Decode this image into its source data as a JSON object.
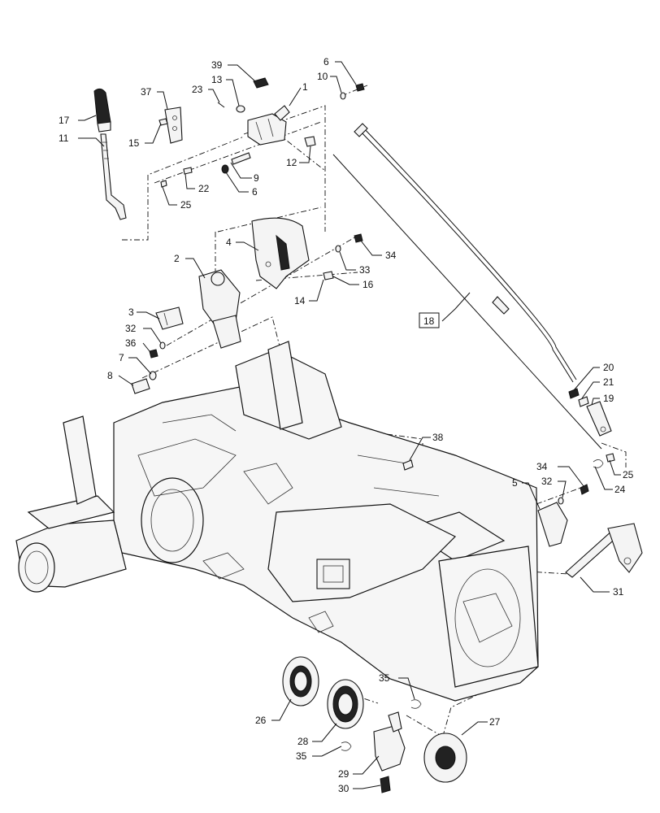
{
  "callouts": [
    {
      "id": "c17",
      "label": "17"
    },
    {
      "id": "c11",
      "label": "11"
    },
    {
      "id": "c37",
      "label": "37"
    },
    {
      "id": "c15",
      "label": "15"
    },
    {
      "id": "c39",
      "label": "39"
    },
    {
      "id": "c13",
      "label": "13"
    },
    {
      "id": "c23",
      "label": "23"
    },
    {
      "id": "c1",
      "label": "1"
    },
    {
      "id": "c6a",
      "label": "6"
    },
    {
      "id": "c10",
      "label": "10"
    },
    {
      "id": "c9",
      "label": "9"
    },
    {
      "id": "c6b",
      "label": "6"
    },
    {
      "id": "c12",
      "label": "12"
    },
    {
      "id": "c22",
      "label": "22"
    },
    {
      "id": "c25a",
      "label": "25"
    },
    {
      "id": "c4",
      "label": "4"
    },
    {
      "id": "c34a",
      "label": "34"
    },
    {
      "id": "c33",
      "label": "33"
    },
    {
      "id": "c16",
      "label": "16"
    },
    {
      "id": "c14",
      "label": "14"
    },
    {
      "id": "c2",
      "label": "2"
    },
    {
      "id": "c3",
      "label": "3"
    },
    {
      "id": "c32a",
      "label": "32"
    },
    {
      "id": "c36",
      "label": "36"
    },
    {
      "id": "c7",
      "label": "7"
    },
    {
      "id": "c8",
      "label": "8"
    },
    {
      "id": "c18",
      "label": "18"
    },
    {
      "id": "c20",
      "label": "20"
    },
    {
      "id": "c21",
      "label": "21"
    },
    {
      "id": "c19",
      "label": "19"
    },
    {
      "id": "c38",
      "label": "38"
    },
    {
      "id": "c34b",
      "label": "34"
    },
    {
      "id": "c32b",
      "label": "32"
    },
    {
      "id": "c5",
      "label": "5"
    },
    {
      "id": "c25b",
      "label": "25"
    },
    {
      "id": "c24",
      "label": "24"
    },
    {
      "id": "c31",
      "label": "31"
    },
    {
      "id": "c35a",
      "label": "35"
    },
    {
      "id": "c26",
      "label": "26"
    },
    {
      "id": "c28",
      "label": "28"
    },
    {
      "id": "c27",
      "label": "27"
    },
    {
      "id": "c35b",
      "label": "35"
    },
    {
      "id": "c29",
      "label": "29"
    },
    {
      "id": "c30",
      "label": "30"
    }
  ]
}
